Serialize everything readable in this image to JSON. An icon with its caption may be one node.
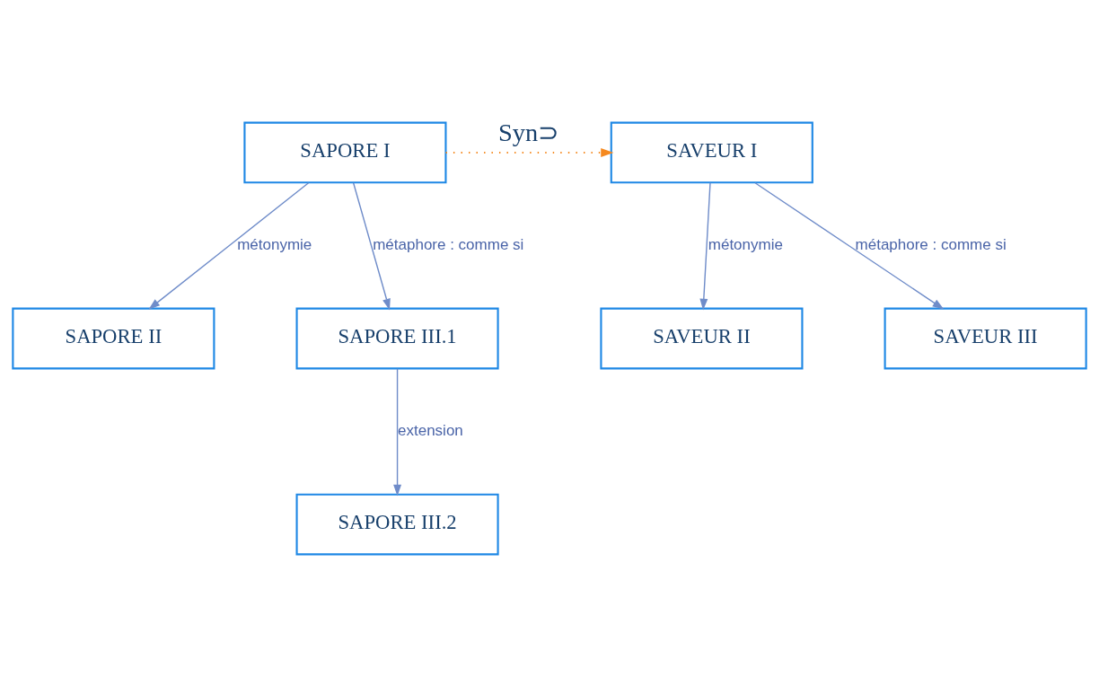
{
  "diagram": {
    "nodes": [
      {
        "text": [
          "SAPORE I"
        ]
      },
      {
        "text": [
          "SAVEUR I"
        ]
      },
      {
        "text": [
          "SAPORE II"
        ]
      },
      {
        "text": [
          "SAPORE III.1"
        ]
      },
      {
        "text": [
          "SAVEUR II"
        ]
      },
      {
        "text": [
          "SAVEUR III"
        ]
      },
      {
        "text": [
          "SAPORE III.2"
        ]
      }
    ],
    "edges": [
      {
        "from": 0,
        "to": 1,
        "arrow": "to",
        "label": "Syn⊃",
        "style": "dashed",
        "color": "#f5891f"
      },
      {
        "from": 0,
        "to": 2,
        "arrow": "to",
        "label": "métonymie"
      },
      {
        "from": 0,
        "to": 3,
        "arrow": "to",
        "label": "métaphore : comme si"
      },
      {
        "from": 1,
        "to": 4,
        "arrow": "to",
        "label": "métonymie"
      },
      {
        "from": 1,
        "to": 5,
        "arrow": "to",
        "label": "métaphore : comme si"
      },
      {
        "from": 3,
        "to": 6,
        "arrow": "to",
        "label": "extension"
      }
    ]
  }
}
